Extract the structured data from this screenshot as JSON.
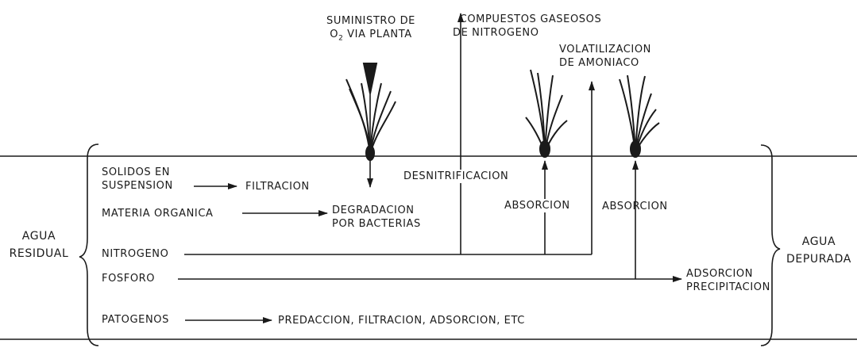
{
  "top_labels": {
    "o2_supply_line1": "SUMINISTRO DE",
    "o2_supply_line2": "O",
    "o2_supply_sub": "2",
    "o2_supply_line2_rest": " VIA PLANTA",
    "gaseous_n_line1": "COMPUESTOS GASEOSOS",
    "gaseous_n_line2": "DE NITROGENO",
    "ammonia_line1": "VOLATILIZACION",
    "ammonia_line2": "DE AMONIACO"
  },
  "side_labels": {
    "inflow_line1": "AGUA",
    "inflow_line2": "RESIDUAL",
    "outflow_line1": "AGUA",
    "outflow_line2": "DEPURADA"
  },
  "inputs": {
    "suspended_solids_line1": "SOLIDOS EN",
    "suspended_solids_line2": "SUSPENSION",
    "organic_matter": "MATERIA ORGANICA",
    "nitrogen": "NITROGENO",
    "phosphorus": "FOSFORO",
    "pathogens": "PATOGENOS"
  },
  "processes": {
    "filtration": "FILTRACION",
    "bacterial_degradation_line1": "DEGRADACION",
    "bacterial_degradation_line2": "POR BACTERIAS",
    "denitrification": "DESNITRIFICACION",
    "absorption_1": "ABSORCION",
    "absorption_2": "ABSORCION",
    "adsorption_line1": "ADSORCION",
    "adsorption_line2": "PRECIPITACION",
    "pathogen_removal": "PREDACCION, FILTRACION, ADSORCION, ETC"
  }
}
